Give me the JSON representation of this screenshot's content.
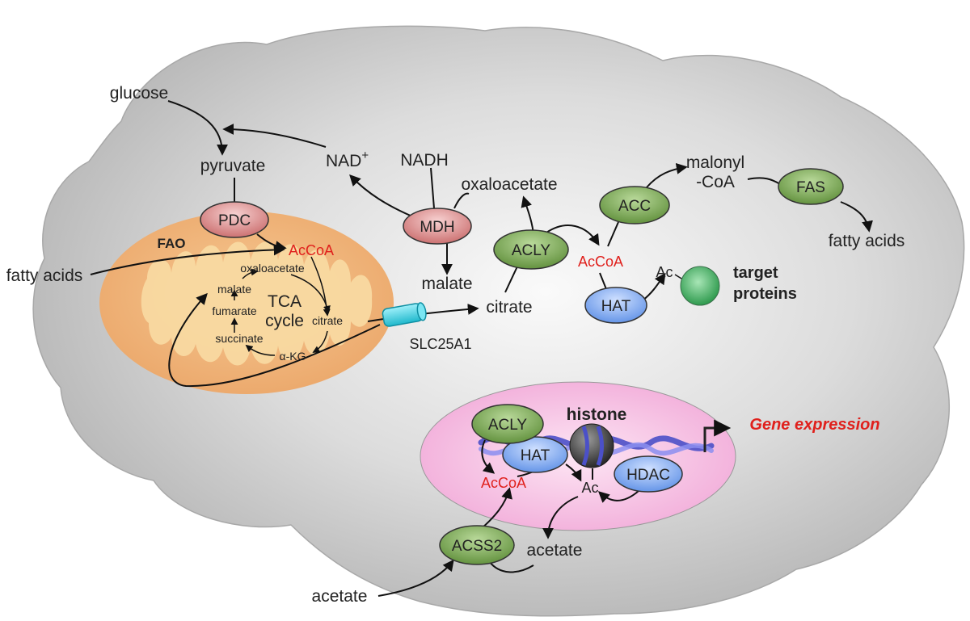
{
  "labels": {
    "glucose": "glucose",
    "pyruvate": "pyruvate",
    "nad": "NAD",
    "nad_sup": "+",
    "nadh": "NADH",
    "oxaloacetate_cyto": "oxaloacetate",
    "malonyl_1": "malonyl",
    "malonyl_2": "-CoA",
    "fatty_acids_out": "fatty acids",
    "fatty_acids_in": "fatty acids",
    "fao": "FAO",
    "acoa_mito": "AcCoA",
    "acoa_cyto": "AcCoA",
    "acoa_nuc": "AcCoA",
    "ac_target": "Ac",
    "target_1": "target",
    "target_2": "proteins",
    "malate_cyto": "malate",
    "citrate_cyto": "citrate",
    "slc": "SLC25A1",
    "histone": "histone",
    "gene_expression": "Gene expression",
    "ac_nuc": "Ac",
    "acetate_nuc": "acetate",
    "acetate_out": "acetate"
  },
  "tca": {
    "title_1": "TCA",
    "title_2": "cycle",
    "oxaloacetate": "oxaloacetate",
    "malate": "malate",
    "fumarate": "fumarate",
    "succinate": "succinate",
    "akg": "α-KG",
    "citrate": "citrate"
  },
  "enzymes": {
    "pdc": "PDC",
    "mdh": "MDH",
    "acly": "ACLY",
    "acc": "ACC",
    "fas": "FAS",
    "hat": "HAT",
    "acly_nuc": "ACLY",
    "hat_nuc": "HAT",
    "hdac": "HDAC",
    "acss2": "ACSS2"
  },
  "colors": {
    "cell": "#c4c4c4",
    "mitochondrion": "#f0b27a",
    "cristae": "#f9dc9e",
    "nucleus": "#f7c3e4",
    "red_enzyme": "#dd8686",
    "green_enzyme": "#7aa94e",
    "blue_enzyme": "#7fa9ef",
    "transporter": "#3dd6e8",
    "dna": "#4b50c8",
    "label_red": "#e0201c"
  }
}
